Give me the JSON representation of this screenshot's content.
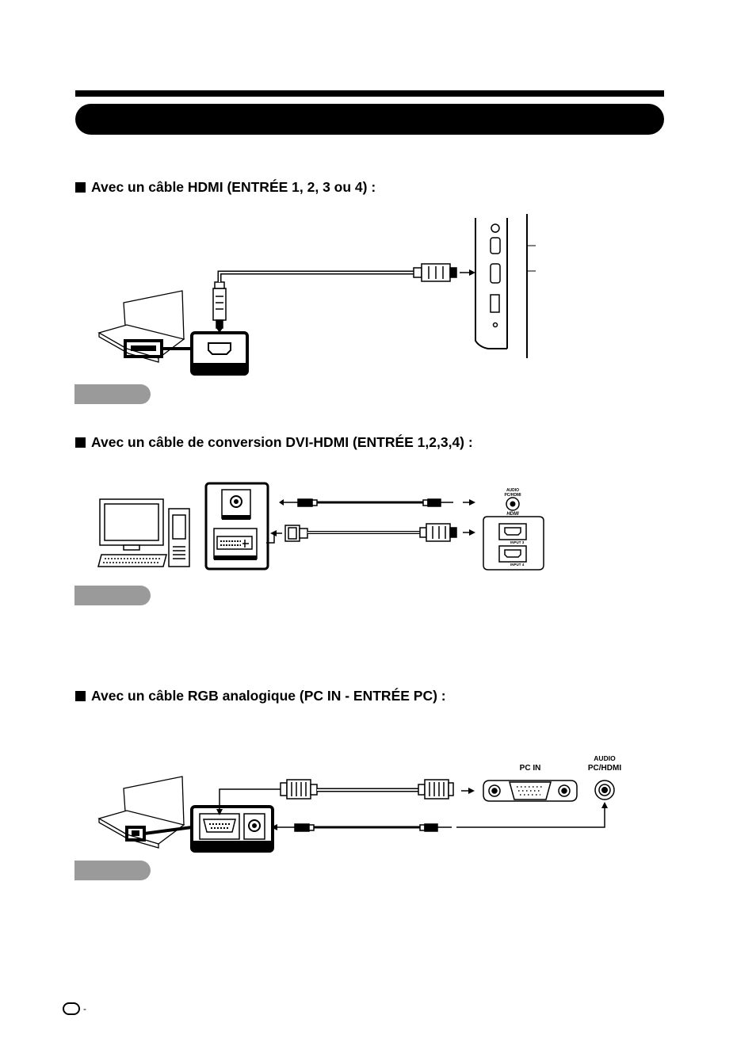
{
  "sections": [
    {
      "heading": "Avec un câble HDMI (ENTRÉE 1, 2, 3 ou 4) :"
    },
    {
      "heading": "Avec un câble de conversion DVI-HDMI (ENTRÉE 1,2,3,4) :",
      "panel_labels": {
        "audio_line1": "AUDIO",
        "audio_line2": "PC/HDMI",
        "hdmi_logo": "HDMI",
        "input_a": "INPUT 3",
        "input_b": "INPUT 4"
      }
    },
    {
      "heading": "Avec un câble RGB analogique (PC IN - ENTRÉE PC) :",
      "panel_labels": {
        "pc_in": "PC IN",
        "audio_line1": "AUDIO",
        "audio_line2": "PC/HDMI"
      }
    }
  ],
  "footer": {
    "page_dash": "-"
  }
}
